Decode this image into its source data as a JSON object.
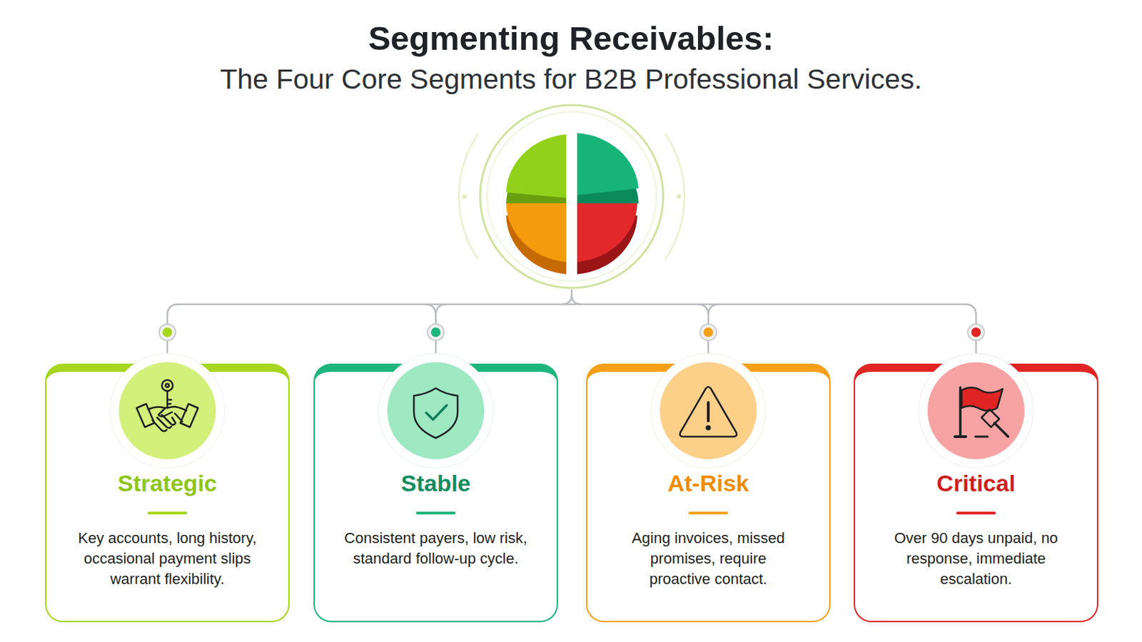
{
  "diagram": {
    "title": "Segmenting Receivables:",
    "nodes": [
      {
        "text": [
          "Strategic",
          "Key accounts, long history, occasional payment slips warrant flexibility."
        ]
      },
      {
        "text": [
          "Stable",
          "Consistent payers, low risk, standard follow-up cycle."
        ]
      },
      {
        "text": [
          "At-Risk",
          "Aging invoices, missed promises, require proactive contact."
        ]
      },
      {
        "text": [
          "Critical",
          "Over 90 days unpaid, no response, immediate escalation."
        ]
      }
    ],
    "labels": [
      "The Four Core Segments for B2B Professional Services."
    ]
  }
}
